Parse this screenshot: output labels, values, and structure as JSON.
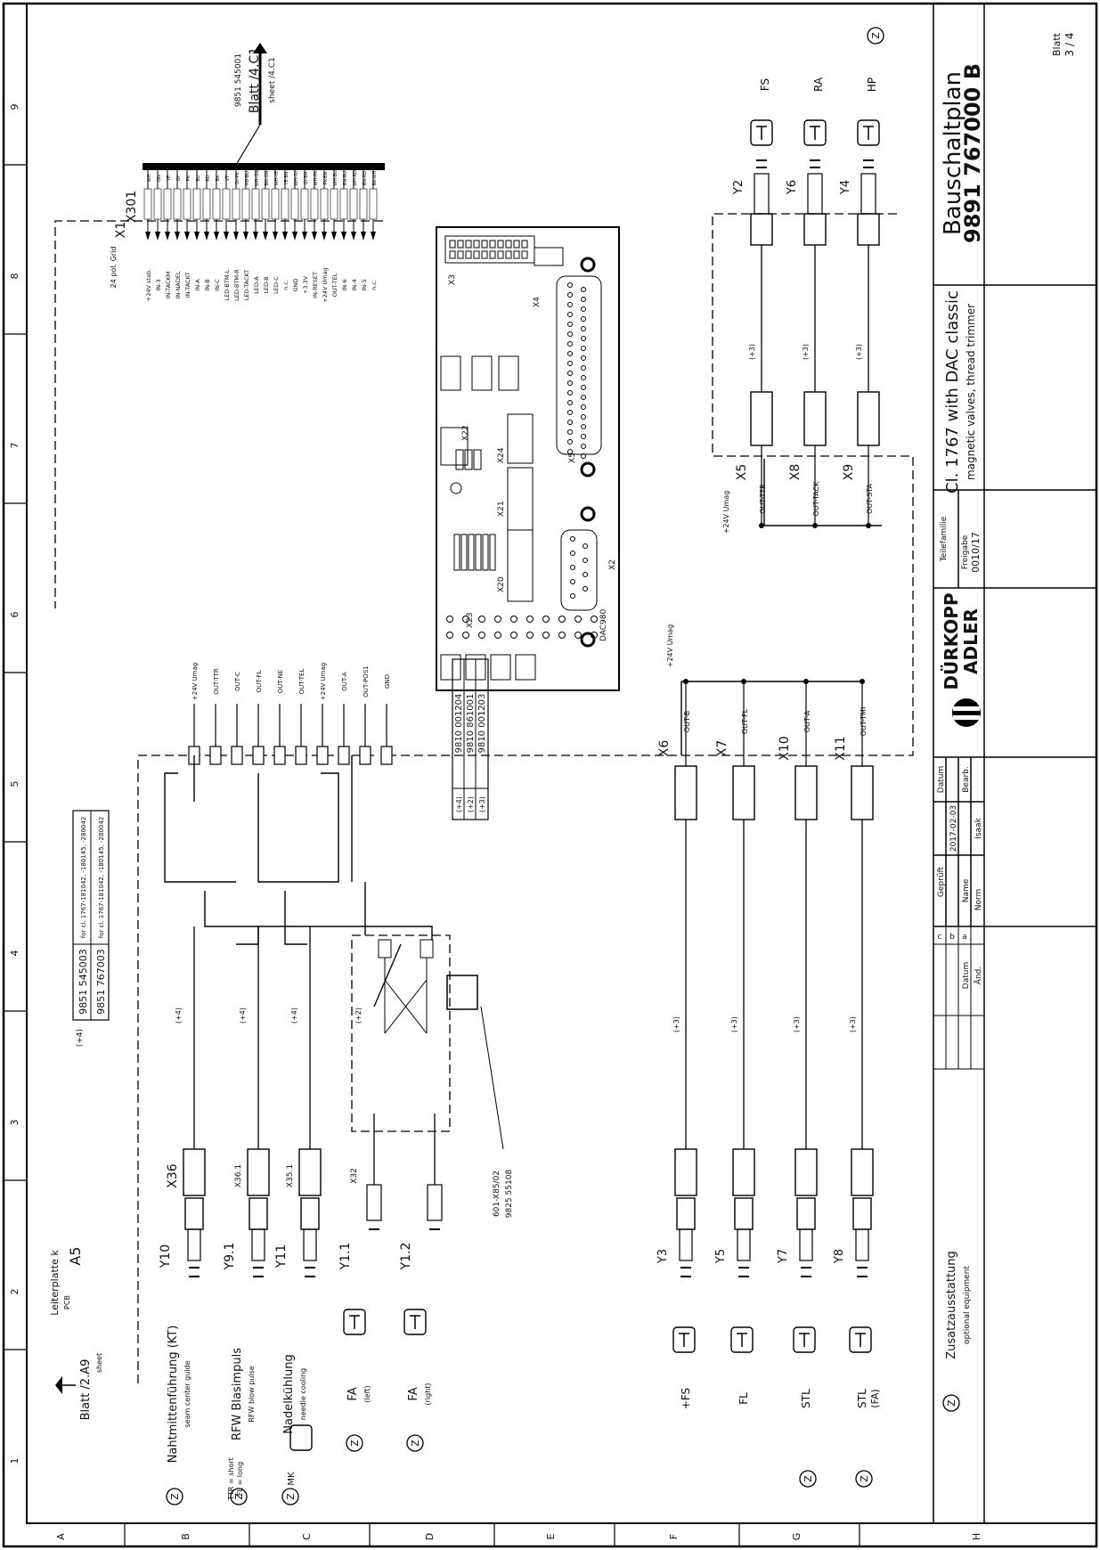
{
  "sheet": {
    "col_labels": [
      "1",
      "2",
      "3",
      "4",
      "5",
      "6",
      "7",
      "8",
      "9"
    ],
    "row_labels": [
      "A",
      "B",
      "C",
      "D",
      "E",
      "F",
      "G",
      "H"
    ]
  },
  "title_block": {
    "title": "Bauschaltplan",
    "number": "9891  767000 B",
    "blatt": "Blatt",
    "sheet_no": "3 / 4",
    "caption_main": "Cl. 1767 with DAC classic",
    "caption_sub": "magnetic valves, thread trimmer",
    "teilefamilie": "Teilefamilie",
    "freigabe": "Freigabe",
    "freigabe_code": "0010/17",
    "company_1": "DÜRKOPP",
    "company_2": "ADLER",
    "datum_label": "Datum",
    "datum_value": "2017-02-03",
    "bearb_label": "Bearb.",
    "bearb_value": "Isaak",
    "gepr_label": "Geprüft",
    "name_label": "Name",
    "norm_label": "Norm",
    "aend_label": "Änd.",
    "aend_datum": "Datum",
    "rev": [
      "c",
      "b",
      "a"
    ]
  },
  "left_notes": {
    "blatt_ref": "Blatt /2.A9",
    "blatt_sheet": "sheet",
    "pcb_title": "Leiterplatte k",
    "pcb_note": "(+4)",
    "pcb_sub": "PCB",
    "pcb_id": "A5",
    "variant_label": "(+4)",
    "variant_rows": [
      {
        "part": "9851 545003",
        "note": "for cl. 1767-181042, -180145, -280042"
      },
      {
        "part": "9851 767003",
        "note": "for cl. 1767-181042, -180145, -280042"
      }
    ]
  },
  "top_ref": {
    "part": "9851 545001",
    "blatt": "Blatt /4.C1",
    "sheet": "sheet /4.C1",
    "conn": "X301",
    "x1": "X1",
    "header": "24 pol. Grid",
    "pins": [
      "+24V stab.",
      "IN-3",
      "IN-TACKM",
      "IN-NADEL",
      "IN-TACKT",
      "IN-A",
      "IN-B",
      "IN-C",
      "LED-BTM-L",
      "LED-BTM-R",
      "LED-TACKT",
      "LED-A",
      "LED-B",
      "LED-C",
      "n.c.",
      "GND",
      "+3.3V",
      "IN-RESET",
      "+24V Umag",
      "OUT-TEL",
      "IN-6",
      "IN-4",
      "IN-5",
      "n.c."
    ],
    "wire_colors": [
      "WH",
      "GN",
      "YE",
      "GY",
      "PK",
      "BU",
      "RD",
      "BK",
      "VT",
      "GY-PK",
      "RD-BU",
      "WH-GN",
      "BN-GN",
      "WH-YE",
      "YE-BN",
      "WH-GY",
      "GY-BN",
      "WH-PK",
      "PK-BN",
      "WH-BU",
      "BN-BU",
      "WH-RD",
      "BN-RD",
      "BK-WH"
    ]
  },
  "x23_pins": [
    "+24V Umag",
    "OUT-TTR",
    "OUT-C",
    "OUT-FL",
    "OUT-NE",
    "OUT-TEL",
    "+24V Umag",
    "OUT-A",
    "OUT-POS1",
    "GND"
  ],
  "left_components": [
    {
      "id": "Y10",
      "conn": "X36",
      "len": "(+4)",
      "desc": "Nahtmittenführung (KT)",
      "desc2": "seam center guide",
      "symbol": "Z"
    },
    {
      "id": "Y9.1",
      "conn": "X36.1",
      "len": "(+4)",
      "desc": "RFW Blasimpuls",
      "desc2": "RFW blow pulse",
      "symbol": "Z",
      "note": "TTR = short",
      "note2": "FL = long"
    },
    {
      "id": "Y11",
      "conn": "X35.1",
      "len": "(+4)",
      "desc": "Nadelkühlung",
      "desc2": "needle cooling",
      "symbol": "Z",
      "mk": "MK"
    },
    {
      "id": "Y1.1",
      "conn": "X32",
      "len": "(+2)",
      "desc": "FA",
      "desc2": "(left)",
      "symbol": "Z"
    },
    {
      "id": "Y1.2",
      "conn": "",
      "len": "",
      "desc": "FA",
      "desc2": "(right)",
      "symbol": "Z"
    }
  ],
  "x32_note": "601-X85/02",
  "x32_note2": "9825 55108",
  "ref_table": [
    {
      "k": "(+4)",
      "v": "9810 001204"
    },
    {
      "k": "(+2)",
      "v": "9810 861001"
    },
    {
      "k": "(+3)",
      "v": "9810 001203"
    }
  ],
  "right_top_components": [
    {
      "id": "Y2",
      "conn": "X5",
      "out": "OUT-TTR",
      "func": "FS",
      "len": "(+3)"
    },
    {
      "id": "Y6",
      "conn": "X8",
      "out": "OUT-TACK",
      "func": "RA",
      "len": "(+3)"
    },
    {
      "id": "Y4",
      "conn": "X9",
      "out": "OUT-STA",
      "func": "HP",
      "len": "(+3)",
      "symbol": "Z"
    }
  ],
  "right_bottom_components": [
    {
      "id": "Y3",
      "conn": "X6",
      "out": "OUT-B",
      "func": "+FS",
      "len": "(+3)"
    },
    {
      "id": "Y5",
      "conn": "X7",
      "out": "OUT-FL",
      "func": "FL",
      "len": "(+3)"
    },
    {
      "id": "Y7",
      "conn": "X10",
      "out": "OUT-A",
      "func": "STL",
      "len": "(+3)",
      "symbol": "Z"
    },
    {
      "id": "Y8",
      "conn": "X11",
      "out": "OUT-TMI",
      "func": "STL",
      "func2": "(FA)",
      "len": "(+3)",
      "symbol": "Z"
    }
  ],
  "umag": "+24V Umag",
  "pcb_labels": {
    "x2": "X2",
    "x3": "X3",
    "x4": "X4",
    "x5": "X5",
    "x20": "X20",
    "x21": "X21",
    "x22": "X22",
    "x23": "X23",
    "x24": "X24",
    "chip": "DAC980",
    "x8": "X8",
    "x9": "X9",
    "x7": "X7",
    "x10": "X10",
    "x11": "X11",
    "x6": "X6"
  },
  "legend": {
    "symbol": "Z",
    "text": "Zusatzausstattung",
    "text2": "optional equipment"
  }
}
